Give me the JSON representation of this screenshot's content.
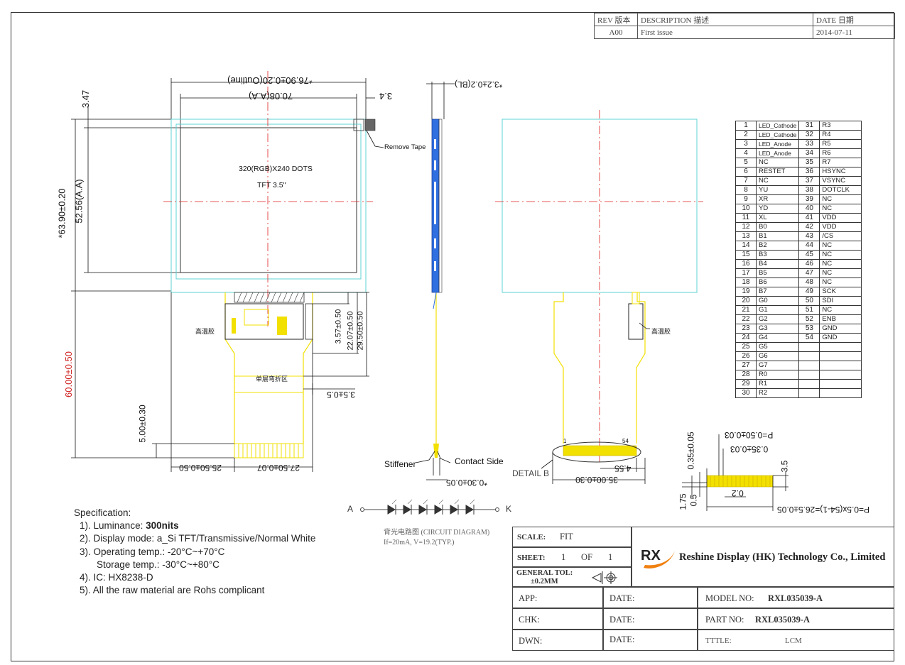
{
  "revision": {
    "headers": [
      "REV 版本",
      "DESCRIPTION 描述",
      "DATE 日期"
    ],
    "rows": [
      [
        "A00",
        "First issue",
        "2014-07-11"
      ]
    ]
  },
  "front_view": {
    "outline_dim": "*76.90±0.20(Outline)",
    "aa_width_dim": "70.08(A.A)",
    "offset_dim": "3.4",
    "top_dim": "3.47",
    "height_dim": "*63.90±0.20",
    "aa_height_dim": "52.56(A.A)",
    "resolution": "320(RGB)X240 DOTS",
    "panel": "TFT 3.5\"",
    "remove_tape": "Remove Tape",
    "tape_label": "高温胶",
    "fold_label": "单层弯折区",
    "fpc_dims": [
      "3.57±0.50",
      "22.07±0.50",
      "29.50±0.50"
    ],
    "fpc_offset_dim": "3.5±0.5",
    "total_height_dim": "60.00±0.50",
    "bottom_dim": "5.00±0.30",
    "bottom_dims": [
      "25.50±0.50",
      "27.50±0.07"
    ]
  },
  "side_view": {
    "thickness_dim": "*3.2±0.2(BL)",
    "stiffener": "Stiffener",
    "contact_side": "Contact Side",
    "fpc_thickness": "*0.30±0.05"
  },
  "back_view": {
    "tape_label": "高温胶",
    "pin_first": "1",
    "pin_last": "54",
    "detail_label": "DETAIL B",
    "dim_a": "4.55",
    "dim_b": "35.00±0.30"
  },
  "detail_b": {
    "pitch": "P=0.50±0.03",
    "pin_width": "0.35±0.03",
    "thickness": "0.35±0.05",
    "length": "3.5",
    "gap": "0.2",
    "h1": "1.75",
    "h2": "0.5",
    "total": "P=0.5x(54-1)=26.5±0.05"
  },
  "pins": [
    [
      "1",
      "LED_Cathode",
      "31",
      "R3"
    ],
    [
      "2",
      "LED_Cathode",
      "32",
      "R4"
    ],
    [
      "3",
      "LED_Anode",
      "33",
      "R5"
    ],
    [
      "4",
      "LED_Anode",
      "34",
      "R6"
    ],
    [
      "5",
      "NC",
      "35",
      "R7"
    ],
    [
      "6",
      "RESTET",
      "36",
      "HSYNC"
    ],
    [
      "7",
      "NC",
      "37",
      "VSYNC"
    ],
    [
      "8",
      "YU",
      "38",
      "DOTCLK"
    ],
    [
      "9",
      "XR",
      "39",
      "NC"
    ],
    [
      "10",
      "YD",
      "40",
      "NC"
    ],
    [
      "11",
      "XL",
      "41",
      "VDD"
    ],
    [
      "12",
      "B0",
      "42",
      "VDD"
    ],
    [
      "13",
      "B1",
      "43",
      "/CS"
    ],
    [
      "14",
      "B2",
      "44",
      "NC"
    ],
    [
      "15",
      "B3",
      "45",
      "NC"
    ],
    [
      "16",
      "B4",
      "46",
      "NC"
    ],
    [
      "17",
      "B5",
      "47",
      "NC"
    ],
    [
      "18",
      "B6",
      "48",
      "NC"
    ],
    [
      "19",
      "B7",
      "49",
      "SCK"
    ],
    [
      "20",
      "G0",
      "50",
      "SDI"
    ],
    [
      "21",
      "G1",
      "51",
      "NC"
    ],
    [
      "22",
      "G2",
      "52",
      "ENB"
    ],
    [
      "23",
      "G3",
      "53",
      "GND"
    ],
    [
      "24",
      "G4",
      "54",
      "GND"
    ],
    [
      "25",
      "G5",
      "",
      ""
    ],
    [
      "26",
      "G6",
      "",
      ""
    ],
    [
      "27",
      "G7",
      "",
      ""
    ],
    [
      "28",
      "R0",
      "",
      ""
    ],
    [
      "29",
      "R1",
      "",
      ""
    ],
    [
      "30",
      "R2",
      "",
      ""
    ]
  ],
  "circuit": {
    "anode": "A",
    "cathode": "K",
    "title": "背光电路图 (CIRCUIT DIAGRAM)",
    "spec": "If=20mA, V=19.2(TYP.)"
  },
  "specification": {
    "title": "Specification:",
    "items": [
      {
        "num": "1).",
        "label": "Luminance: ",
        "value": "300nits"
      },
      {
        "num": "2).",
        "label": "Display mode: a_Si TFT/Transmissive/Normal White",
        "value": ""
      },
      {
        "num": "3).",
        "label": "Operating temp.: -20°C~+70°C",
        "value": ""
      },
      {
        "num": "",
        "label": "Storage temp.: -30°C~+80°C",
        "value": ""
      },
      {
        "num": "4).",
        "label": "IC: HX8238-D",
        "value": ""
      },
      {
        "num": "5).",
        "label": "All the raw material are Rohs complicant",
        "value": ""
      }
    ]
  },
  "title_block": {
    "scale_label": "SCALE:",
    "scale": "FIT",
    "sheet_label": "SHEET:",
    "sheet": "1",
    "of": "OF",
    "sheets": "1",
    "tol_label": "GENERAL TOL:",
    "tol": "±0.2MM",
    "logo": "RX",
    "company": "Reshine Display (HK) Technology Co., Limited",
    "app": "APP:",
    "chk": "CHK:",
    "dwn": "DWN:",
    "date": "DATE:",
    "model_label": "MODEL NO:",
    "model": "RXL035039-A",
    "part_label": "PART NO:",
    "part": "RXL035039-A",
    "title_label": "TTTLE:",
    "title": "LCM"
  },
  "colors": {
    "panel": "#5fd3d3",
    "fpc": "#f2e000",
    "center": "#e02020",
    "dim": "#111111",
    "board": "#2f6fe0"
  }
}
